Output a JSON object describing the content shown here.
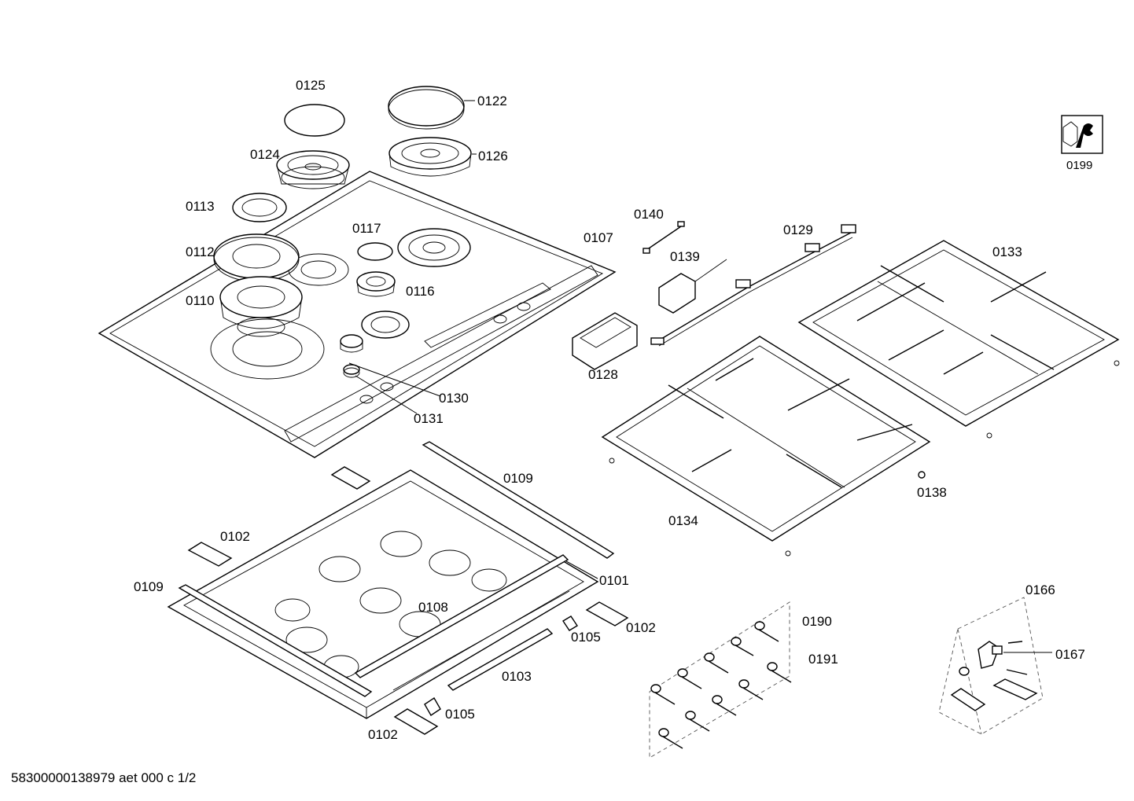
{
  "footer": {
    "doc_id": "58300000138979 aet 000 c 1/2"
  },
  "tool_badge": {
    "icon": "wrench-nut-icon",
    "label": "0199"
  },
  "callouts": {
    "c0125": "0125",
    "c0122": "0122",
    "c0124": "0124",
    "c0126": "0126",
    "c0113": "0113",
    "c0117": "0117",
    "c0107": "0107",
    "c0112": "0112",
    "c0116": "0116",
    "c0110": "0110",
    "c0130": "0130",
    "c0131": "0131",
    "c0140": "0140",
    "c0139": "0139",
    "c0129": "0129",
    "c0133": "0133",
    "c0128": "0128",
    "c0138": "0138",
    "c0134": "0134",
    "c0109a": "0109",
    "c0102a": "0102",
    "c0109b": "0109",
    "c0101": "0101",
    "c0108": "0108",
    "c0102b": "0102",
    "c0105a": "0105",
    "c0103": "0103",
    "c0105b": "0105",
    "c0102c": "0102",
    "c0190": "0190",
    "c0191": "0191",
    "c0166": "0166",
    "c0167": "0167"
  }
}
